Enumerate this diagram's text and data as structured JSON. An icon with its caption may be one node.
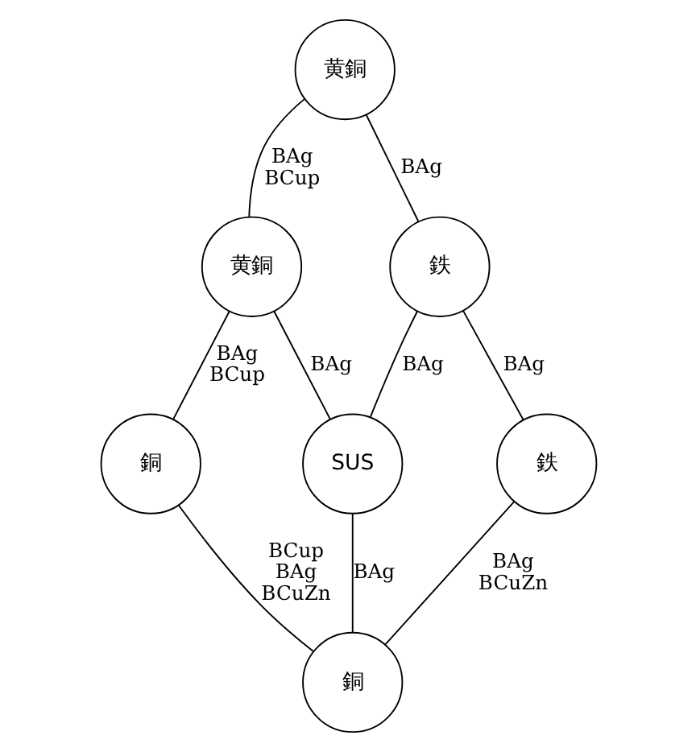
{
  "diagram": {
    "nodes": [
      {
        "text": [
          "黄銅"
        ]
      },
      {
        "text": [
          "鉄"
        ]
      },
      {
        "text": [
          "黄銅"
        ]
      },
      {
        "text": [
          "SUS"
        ]
      },
      {
        "text": [
          "鉄"
        ]
      },
      {
        "text": [
          "銅"
        ]
      },
      {
        "text": [
          "銅"
        ]
      }
    ],
    "edges": [
      {
        "from": 1,
        "to": 0,
        "arrow": "none",
        "label": "BAg"
      },
      {
        "from": 0,
        "to": 2,
        "arrow": "none",
        "label": "BAg BCup"
      },
      {
        "from": 1,
        "to": 3,
        "arrow": "none",
        "label": "BAg"
      },
      {
        "from": 2,
        "to": 3,
        "arrow": "none",
        "label": "BAg"
      },
      {
        "from": 1,
        "to": 4,
        "arrow": "none",
        "label": "BAg"
      },
      {
        "from": 2,
        "to": 5,
        "arrow": "none",
        "label": "BAg BCup"
      },
      {
        "from": 3,
        "to": 6,
        "arrow": "none",
        "label": "BAg"
      },
      {
        "from": 4,
        "to": 6,
        "arrow": "none",
        "label": "BAg BCuZn"
      },
      {
        "from": 6,
        "to": 5,
        "arrow": "none",
        "label": "BCup BAg BCuZn"
      }
    ]
  }
}
